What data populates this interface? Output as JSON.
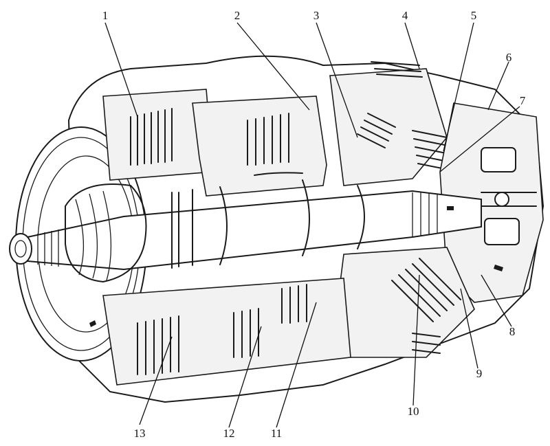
{
  "figure": {
    "callouts": [
      {
        "id": "c1",
        "text": "1"
      },
      {
        "id": "c2",
        "text": "2"
      },
      {
        "id": "c3",
        "text": "3"
      },
      {
        "id": "c4",
        "text": "4"
      },
      {
        "id": "c5",
        "text": "5"
      },
      {
        "id": "c6",
        "text": "6"
      },
      {
        "id": "c7",
        "text": "7"
      },
      {
        "id": "c8",
        "text": "8"
      },
      {
        "id": "c9",
        "text": "9"
      },
      {
        "id": "c10",
        "text": "10"
      },
      {
        "id": "c11",
        "text": "11"
      },
      {
        "id": "c12",
        "text": "12"
      },
      {
        "id": "c13",
        "text": "13"
      }
    ]
  }
}
